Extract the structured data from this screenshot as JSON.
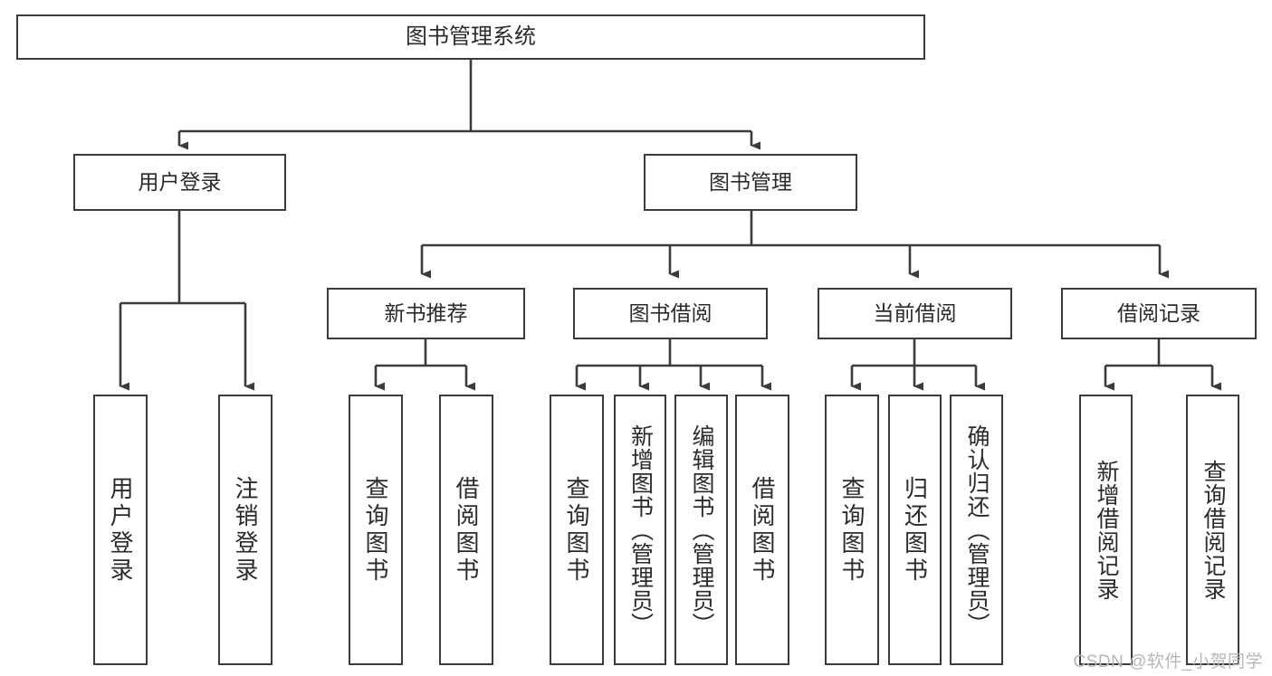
{
  "diagram": {
    "title": "图书管理系统",
    "type": "tree-hierarchy",
    "colors": {
      "stroke": "#3b3b3b",
      "fill": "#ffffff",
      "text": "#2b2b2b",
      "watermark": "#b7b7b7"
    },
    "levels": {
      "root": {
        "label": "图书管理系统"
      },
      "level2": [
        {
          "label": "用户登录"
        },
        {
          "label": "图书管理"
        }
      ],
      "level3": [
        {
          "label": "新书推荐"
        },
        {
          "label": "图书借阅"
        },
        {
          "label": "当前借阅"
        },
        {
          "label": "借阅记录"
        }
      ],
      "leaves": [
        {
          "label": "用户登录",
          "parent": "用户登录"
        },
        {
          "label": "注销登录",
          "parent": "用户登录"
        },
        {
          "label": "查询图书",
          "parent": "新书推荐"
        },
        {
          "label": "借阅图书",
          "parent": "新书推荐"
        },
        {
          "label": "查询图书",
          "parent": "图书借阅"
        },
        {
          "label": "新增图书（管理员）",
          "parent": "图书借阅"
        },
        {
          "label": "编辑图书（管理员）",
          "parent": "图书借阅"
        },
        {
          "label": "借阅图书",
          "parent": "图书借阅"
        },
        {
          "label": "查询图书",
          "parent": "当前借阅"
        },
        {
          "label": "归还图书",
          "parent": "当前借阅"
        },
        {
          "label": "确认归还（管理员）",
          "parent": "当前借阅"
        },
        {
          "label": "新增借阅记录",
          "parent": "借阅记录"
        },
        {
          "label": "查询借阅记录",
          "parent": "借阅记录"
        }
      ]
    }
  },
  "watermark": {
    "text": "CSDN @软件_小贺同学"
  }
}
